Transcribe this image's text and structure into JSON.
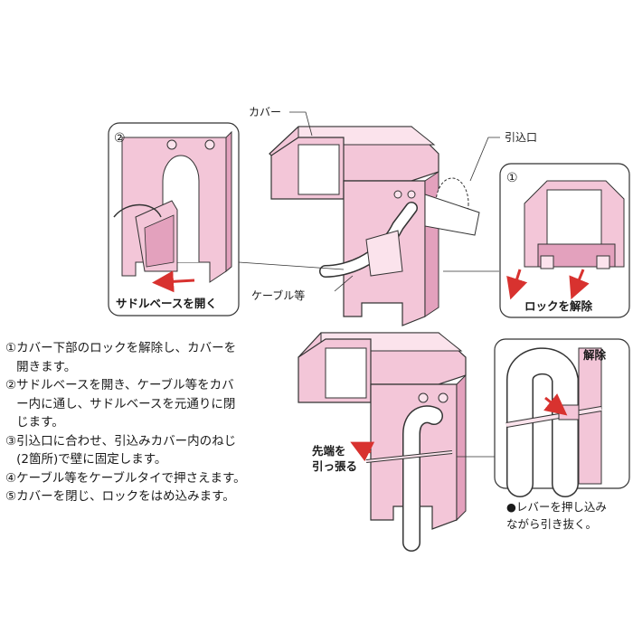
{
  "colors": {
    "body_pink": "#f3c6d8",
    "pink_dark": "#e3a1bd",
    "pink_light": "#fbe3ec",
    "outline": "#333333",
    "arrow_red": "#d8322f",
    "white": "#ffffff"
  },
  "labels": {
    "cover": "カバー",
    "inlet": "引込口",
    "cable": "ケーブル等",
    "open_saddle": "サドルベースを開く",
    "unlock": "ロックを解除",
    "release": "解除",
    "pull_tip": "先端を\n引っ張る",
    "marker_1": "①",
    "marker_2": "②"
  },
  "steps": [
    {
      "mark": "①",
      "text": "カバー下部のロックを解除し、カバーを\n開きます。"
    },
    {
      "mark": "②",
      "text": "サドルベースを開き、ケーブル等をカバ\nー内に通し、サドルベースを元通りに閉\nじます。"
    },
    {
      "mark": "③",
      "text": "引込口に合わせ、引込みカバー内のねじ\n(2箇所)で壁に固定します。"
    },
    {
      "mark": "④",
      "text": "ケーブル等をケーブルタイで押さえます。"
    },
    {
      "mark": "⑤",
      "text": "カバーを閉じ、ロックをはめ込みます。"
    }
  ],
  "note": "●レバーを押し込み\nながら引き抜く。"
}
